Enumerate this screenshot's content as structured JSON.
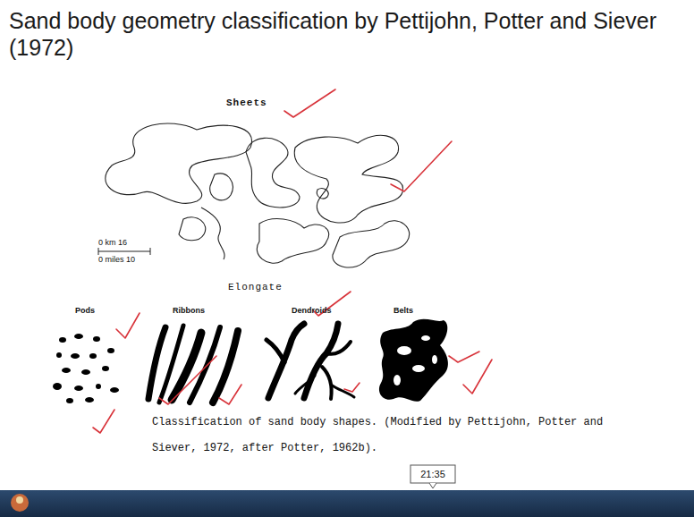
{
  "diagram": {
    "title": "Sand body geometry classification by Pettijohn, Potter and Siever (1972)",
    "caption": "Classification of sand body shapes. (Modified by Pettijohn, Potter and Siever, 1972, after Potter, 1962b).",
    "labels": [
      "Sheets",
      "0 km 16",
      "0 miles 10",
      "Elongate",
      "Pods",
      "Ribbons",
      "Dendroids",
      "Belts",
      "21:35"
    ]
  }
}
